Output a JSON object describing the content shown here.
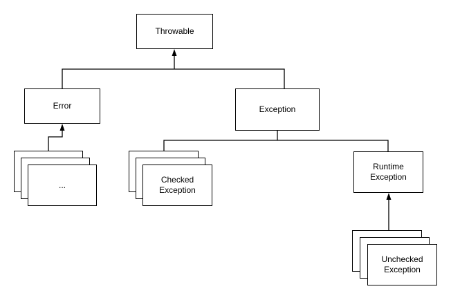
{
  "diagram": {
    "background_color": "#ffffff",
    "line_color": "#000000",
    "box_fill_color": "#ffffff",
    "box_border_color": "#000000",
    "nodes": {
      "throwable": {
        "label": "Throwable"
      },
      "error": {
        "label": "Error"
      },
      "exception": {
        "label": "Exception"
      },
      "error_subclasses": {
        "label": "..."
      },
      "checked_exception": {
        "label": "Checked Exception"
      },
      "runtime_exception": {
        "label": "Runtime Exception"
      },
      "unchecked_exception": {
        "label": "Unchecked Exception"
      }
    },
    "edges": [
      {
        "from": "error",
        "to": "throwable",
        "arrowhead": true
      },
      {
        "from": "exception",
        "to": "throwable",
        "arrowhead": true
      },
      {
        "from": "error_subclasses",
        "to": "error",
        "arrowhead": true
      },
      {
        "from": "checked_exception",
        "to": "exception",
        "arrowhead": false
      },
      {
        "from": "runtime_exception",
        "to": "exception",
        "arrowhead": false
      },
      {
        "from": "unchecked_exception",
        "to": "runtime_exception",
        "arrowhead": true
      }
    ]
  }
}
